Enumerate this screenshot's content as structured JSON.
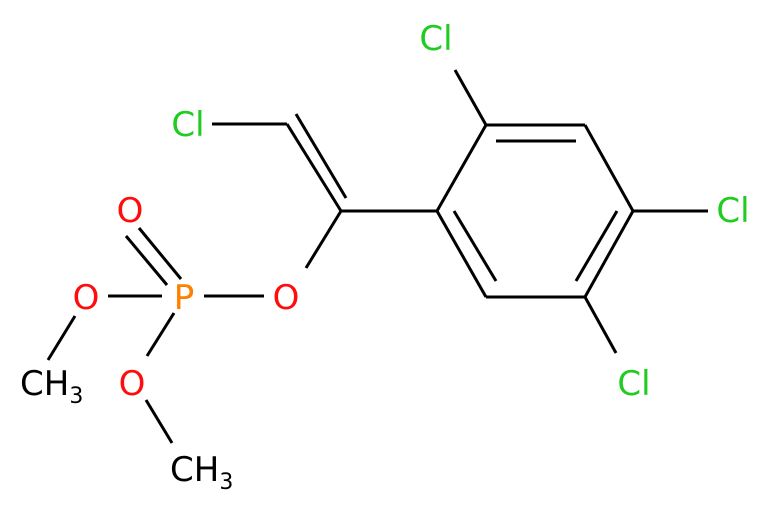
{
  "colors": {
    "chlorine": "#1fcc1f",
    "oxygen": "#ff0d0d",
    "phosphorus": "#ff8000",
    "carbon": "#000000"
  },
  "atoms": {
    "cl_vinyl": "Cl",
    "cl_ortho": "Cl",
    "cl_para": "Cl",
    "cl_meta": "Cl",
    "o_double": "O",
    "p": "P",
    "o_ester": "O",
    "o_methoxy_1": "O",
    "o_methoxy_2": "O",
    "ch3_1": {
      "main": "CH",
      "sub": "3"
    },
    "ch3_2": {
      "main": "CH",
      "sub": "3"
    }
  }
}
